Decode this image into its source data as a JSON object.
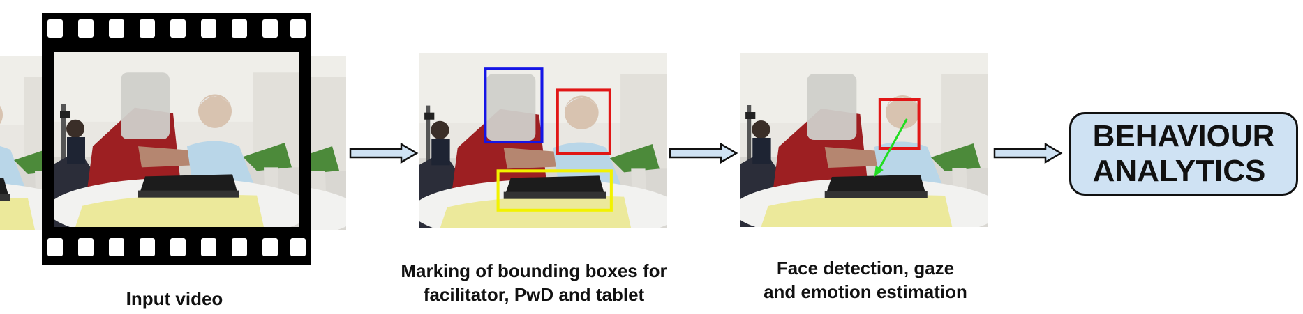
{
  "stages": [
    {
      "caption": "Input video"
    },
    {
      "caption": "Marking of bounding boxes for\nfacilitator, PwD and  tablet"
    },
    {
      "caption": "Face detection, gaze\nand emotion estimation"
    }
  ],
  "result": {
    "label": "BEHAVIOUR\nANALYTICS"
  },
  "colors": {
    "facilitator_box": "#1515e6",
    "pwd_box": "#e11616",
    "tablet_box": "#f2f200",
    "gaze_arrow": "#22dd22",
    "flow_arrow_fill": "#cfe2f3",
    "result_fill": "#cfe2f3"
  },
  "icons": [
    "film-strip-icon",
    "flow-arrow-icon",
    "gaze-arrow-icon"
  ]
}
